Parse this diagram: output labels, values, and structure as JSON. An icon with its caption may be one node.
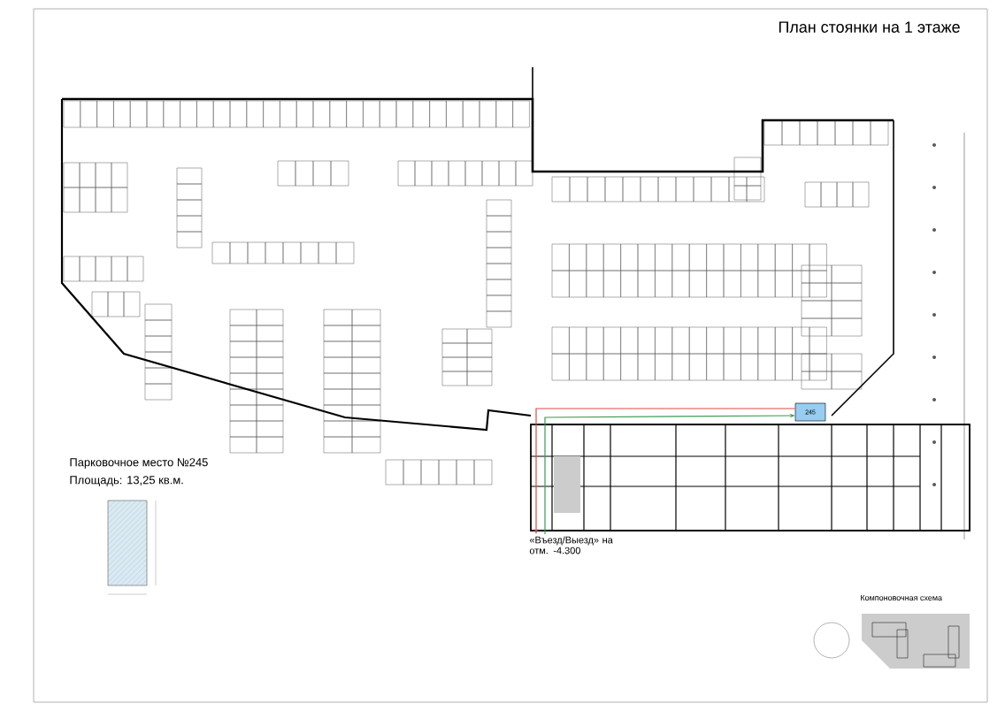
{
  "diagram": {
    "title": "План стоянки на 1 этаже",
    "nodes": [
      {
        "text": [
          "245"
        ]
      },
      {
        "text": [
          "«Въезд/Выезд» на отм. -4.300"
        ]
      }
    ],
    "edges": [
      {
        "from": 0,
        "to": 1,
        "arrow": "to",
        "color": "#e04848"
      },
      {
        "from": 1,
        "to": 0,
        "arrow": "to",
        "color": "#3a9a50"
      }
    ],
    "labels": [
      "Парковочное место №245",
      "Площадь: 13,25 кв.м.",
      "Компоновочная схема"
    ]
  }
}
